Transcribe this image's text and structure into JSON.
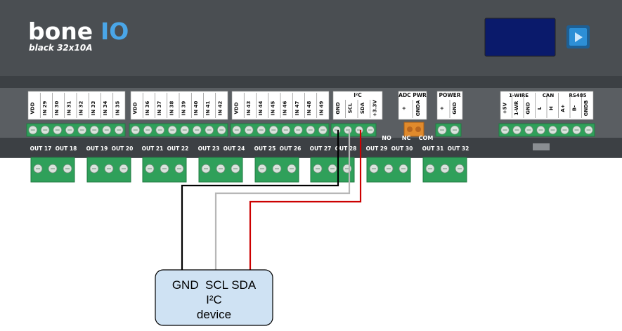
{
  "brand": {
    "name": "bone",
    "suffix": "IO",
    "model": "black 32x10A"
  },
  "colors": {
    "body": "#4a4e52",
    "body_light": "#5a5e62",
    "rail": "#3c4044",
    "terminal": "#2fa05a",
    "terminal_dark": "#217a42",
    "screw": "#d9e3dc",
    "display": "#0a1a6b",
    "button": "#2d8fd6",
    "adc_connector": "#e08a2c",
    "device_fill": "#cfe2f3",
    "wire_gnd": "#000000",
    "wire_scl": "#b7b7b7",
    "wire_sda": "#cc0000"
  },
  "inputs_groups": [
    {
      "labels": [
        "VDD",
        "IN 29",
        "IN 30",
        "IN 31",
        "IN 32",
        "IN 33",
        "IN 34",
        "IN 35"
      ]
    },
    {
      "labels": [
        "VDD",
        "IN 36",
        "IN 37",
        "IN 38",
        "IN 39",
        "IN 40",
        "IN 41",
        "IN 42"
      ]
    },
    {
      "labels": [
        "VDD",
        "IN 43",
        "IN 44",
        "IN 45",
        "IN 46",
        "IN 47",
        "IN 48",
        "IN 49"
      ]
    }
  ],
  "i2c_block": {
    "title": "I²C",
    "labels": [
      "GND",
      "SCL",
      "SDA",
      "+3.3V"
    ]
  },
  "adc_block": {
    "title": "ADC PWR",
    "labels": [
      "+",
      "GNDA"
    ]
  },
  "power_block": {
    "title": "POWER",
    "labels": [
      "+",
      "GND"
    ]
  },
  "bus_block": {
    "titles": [
      "1-WIRE",
      "CAN",
      "RS485"
    ],
    "labels": [
      "+5V",
      "1-WR",
      "GND",
      "L",
      "H",
      "A+",
      "B-",
      "GNDB"
    ]
  },
  "relay_strip": {
    "labels": [
      "NO",
      "NC",
      "COM"
    ]
  },
  "outputs": [
    "OUT 17",
    "OUT 18",
    "OUT 19",
    "OUT 20",
    "OUT 21",
    "OUT 22",
    "OUT 23",
    "OUT 24",
    "OUT 25",
    "OUT 26",
    "OUT 27",
    "OUT 28",
    "OUT 29",
    "OUT 30",
    "OUT 31",
    "OUT 32"
  ],
  "device": {
    "pins": "GND  SCL SDA",
    "name": "I²C",
    "type": "device"
  }
}
